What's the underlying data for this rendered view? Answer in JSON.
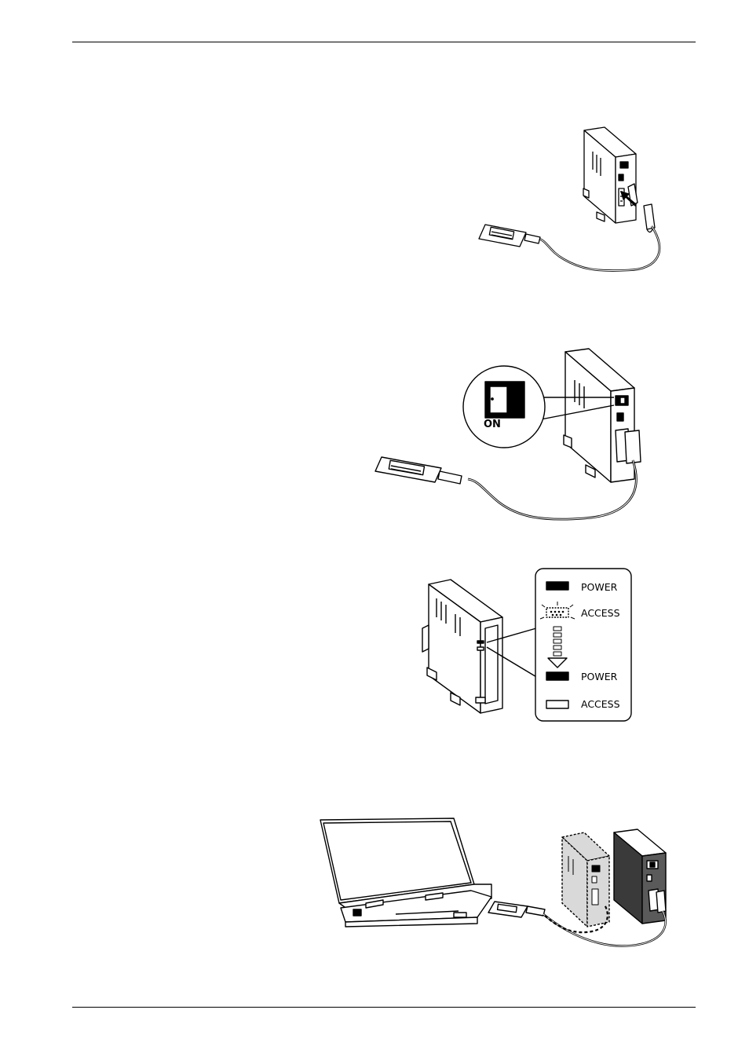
{
  "figures": {
    "fig2": {
      "switch_label": "ON"
    },
    "fig3": {
      "labels": [
        "POWER",
        "ACCESS",
        "POWER",
        "ACCESS"
      ]
    }
  },
  "colors": {
    "ink": "#000000",
    "paper": "#ffffff",
    "shade": "#d9d9d9",
    "dark": "#3a3a3a"
  }
}
